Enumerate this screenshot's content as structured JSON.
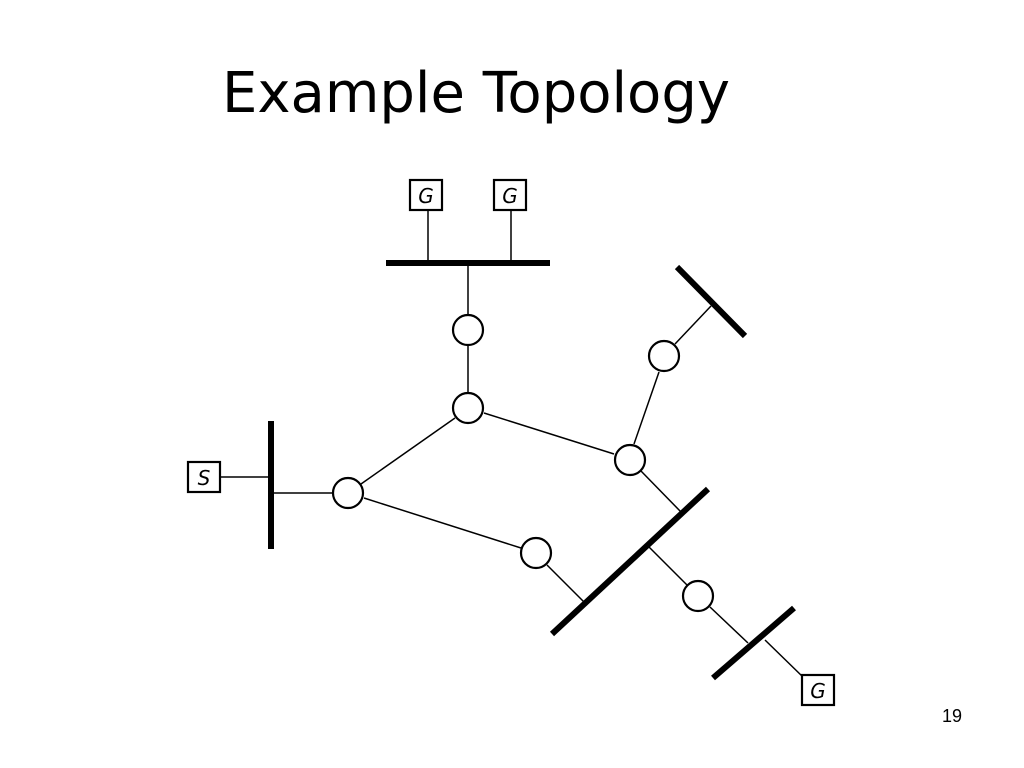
{
  "slide": {
    "title": "Example Topology",
    "page_number": "19"
  },
  "diagram": {
    "boxes": {
      "g_top_left": "G",
      "g_top_right": "G",
      "s_left": "S",
      "g_bottom_right": "G"
    }
  }
}
